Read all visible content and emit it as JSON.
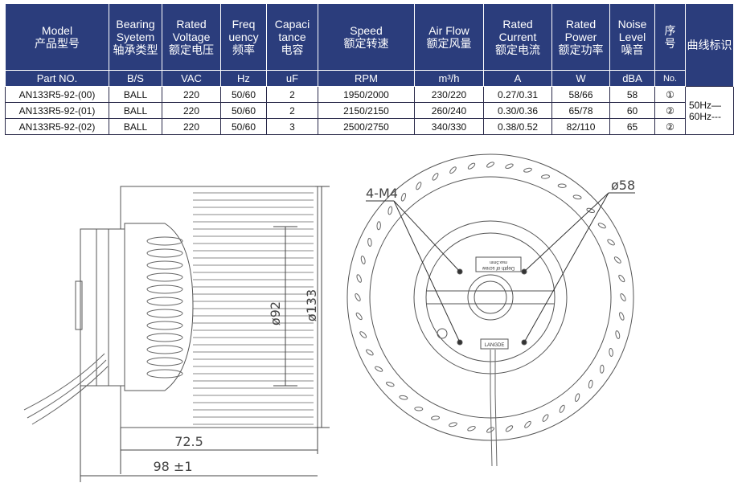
{
  "header": {
    "model": {
      "en": "Model",
      "cn": "产品型号"
    },
    "bearing": {
      "en": "Bearing Syetem",
      "cn": "轴承类型"
    },
    "voltage": {
      "en": "Rated Voltage",
      "cn": "额定电压"
    },
    "freq": {
      "en": "Freq uency",
      "cn": "频率"
    },
    "cap": {
      "en": "Capaci tance",
      "cn": "电容"
    },
    "speed": {
      "en": "Speed",
      "cn": "额定转速"
    },
    "airflow": {
      "en": "Air Flow",
      "cn": "额定风量"
    },
    "current": {
      "en": "Rated Current",
      "cn": "额定电流"
    },
    "power": {
      "en": "Rated Power",
      "cn": "额定功率"
    },
    "noise": {
      "en": "Noise Level",
      "cn": "噪音"
    },
    "seq": {
      "cn": "序号"
    },
    "curve": {
      "cn": "曲线标识"
    }
  },
  "units": [
    "Part NO.",
    "B/S",
    "VAC",
    "Hz",
    "uF",
    "RPM",
    "m³/h",
    "A",
    "W",
    "dBA",
    "No."
  ],
  "rows": [
    [
      "AN133R5-92-(00)",
      "BALL",
      "220",
      "50/60",
      "2",
      "1950/2000",
      "230/220",
      "0.27/0.31",
      "58/66",
      "58",
      "①"
    ],
    [
      "AN133R5-92-(01)",
      "BALL",
      "220",
      "50/60",
      "2",
      "2150/2150",
      "260/240",
      "0.30/0.36",
      "65/78",
      "60",
      "②"
    ],
    [
      "AN133R5-92-(02)",
      "BALL",
      "220",
      "50/60",
      "3",
      "2500/2750",
      "340/330",
      "0.38/0.52",
      "82/110",
      "65",
      "②"
    ]
  ],
  "curve_legend": {
    "line50": "50Hz—",
    "line60": "60Hz---"
  },
  "side_view": {
    "dia92": "ø92",
    "dia133": "ø133",
    "len1": "72.5",
    "len2": "98 ±1"
  },
  "front_view": {
    "screws": "4-M4",
    "dia58": "ø58",
    "label_depth": "Depth of screw",
    "label_max": "max.5mm",
    "label_brand": "LANGDE"
  }
}
